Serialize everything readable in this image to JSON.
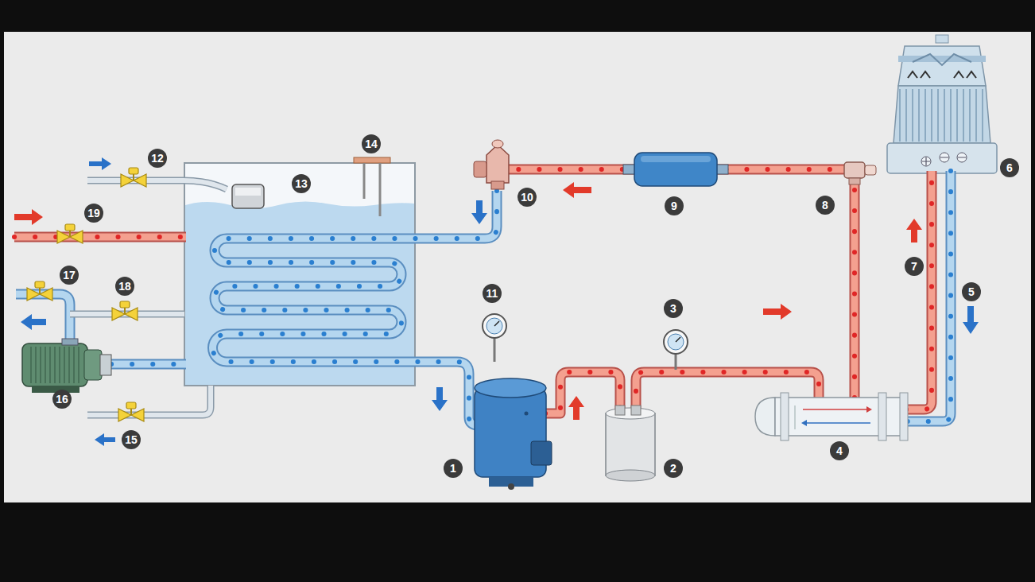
{
  "diagram": {
    "labels": [
      "12",
      "14",
      "13",
      "19",
      "10",
      "9",
      "8",
      "6",
      "17",
      "18",
      "11",
      "3",
      "7",
      "5",
      "16",
      "15",
      "1",
      "2",
      "4"
    ]
  }
}
